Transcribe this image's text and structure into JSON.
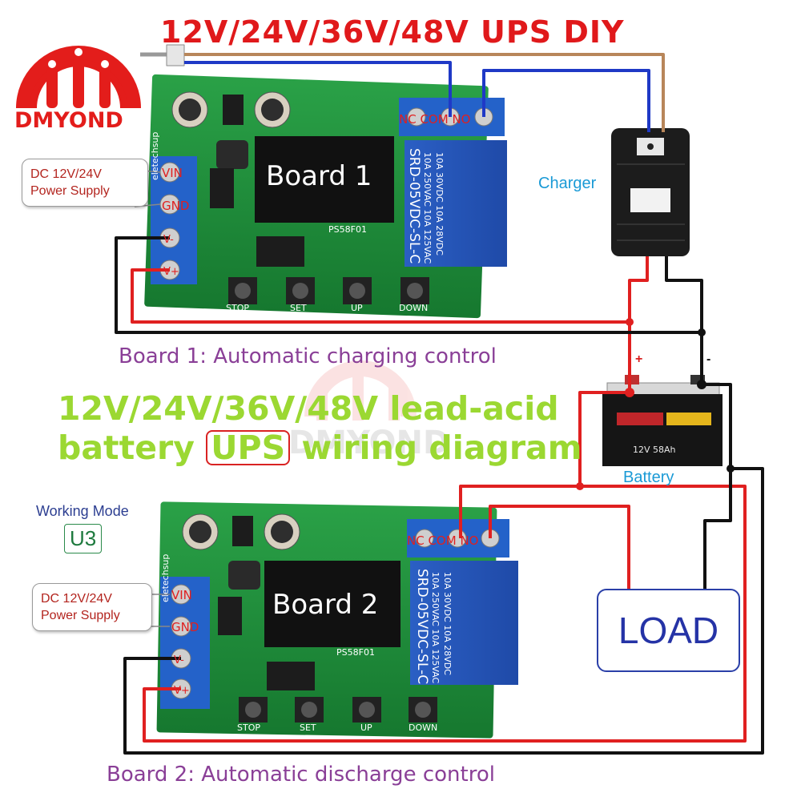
{
  "header": {
    "title": "12V/24V/36V/48V UPS DIY"
  },
  "logo": {
    "text": "DMYOND"
  },
  "watermark": {
    "text": "DMYOND"
  },
  "center_title": {
    "line1": "12V/24V/36V/48V lead-acid",
    "line2_prefix": "battery ",
    "line2_boxed": "UPS",
    "line2_suffix": " wiring diagram"
  },
  "board1": {
    "label": "Board 1",
    "caption": "Board 1: Automatic charging control",
    "model": "PS58F01",
    "brand": "eletechsup",
    "relay_text": [
      "10A 250VAC 10A 125VAC",
      "10A 30VDC 10A 28VDC",
      "SRD-05VDC-SL-C"
    ],
    "terminals_top": "NC COM NO",
    "terminals_left": [
      "VIN",
      "GND",
      "V-",
      "V+"
    ],
    "buttons": [
      "STOP",
      "SET",
      "UP",
      "DOWN"
    ],
    "psu_label_line1": "DC 12V/24V",
    "psu_label_line2": "Power Supply"
  },
  "board2": {
    "label": "Board 2",
    "caption": "Board 2: Automatic discharge control",
    "model": "PS58F01",
    "brand": "eletechsup",
    "relay_text": [
      "10A 250VAC 10A 125VAC",
      "10A 30VDC 10A 28VDC",
      "SRD-05VDC-SL-C"
    ],
    "terminals_top": "NC COM NO",
    "terminals_left": [
      "VIN",
      "GND",
      "V-",
      "V+"
    ],
    "buttons": [
      "STOP",
      "SET",
      "UP",
      "DOWN"
    ],
    "psu_label_line1": "DC 12V/24V",
    "psu_label_line2": "Power Supply",
    "working_mode_label": "Working Mode",
    "working_mode_value": "U3"
  },
  "charger": {
    "label": "Charger"
  },
  "battery": {
    "label": "Battery",
    "plus": "+",
    "minus": "-",
    "spec": "12V 58Ah"
  },
  "load": {
    "label": "LOAD"
  },
  "colors": {
    "title_red": "#e0191b",
    "title_green": "#9bd832",
    "caption_purple": "#8a3f97",
    "wire_red": "#e02020",
    "wire_black": "#111111",
    "wire_blue": "#1f39c6",
    "wire_brown": "#b8865a",
    "pcb_green": "#1f8c3a",
    "relay_blue": "#2f64c6"
  }
}
